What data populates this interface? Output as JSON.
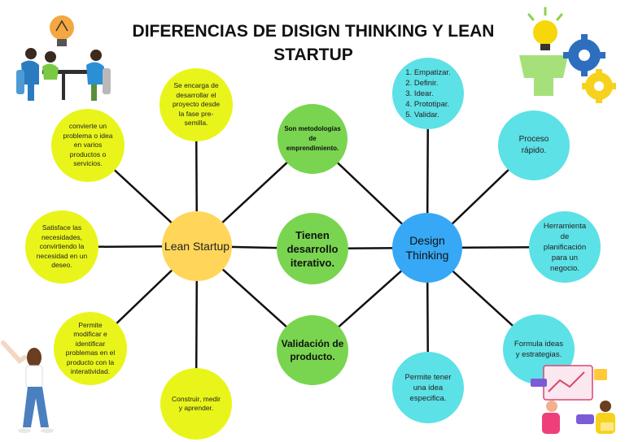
{
  "title": "DIFERENCIAS DE DISIGN THINKING Y LEAN STARTUP",
  "hubs": {
    "lean": "Lean Startup",
    "design": "Design\nThinking"
  },
  "lean_nodes": {
    "top": "Se encarga de\ndesarrollar el\nproyecto desde\nla fase pre-\nsemilla.",
    "top_left": "convierte un\nproblema o idea\nen varios\nproductos o\nservicios.",
    "left": "Satisface las\nnecesidades,\nconvirtiendo la\nnecesidad en un\ndeseo.",
    "bottom_left": "Permite\nmodificar e\nidentificar\nproblemas en el\nproducto con la\ninteratividad.",
    "bottom": "Construir, medir\ny aprender."
  },
  "shared_nodes": {
    "top": "Son metodologías\nde\nemprendimiento.",
    "middle": "Tienen\ndesarrollo\niterativo.",
    "bottom": "Validación de\nproducto."
  },
  "design_nodes": {
    "steps": [
      "1. Empatizar.",
      "2. Definir.",
      "3. Idear.",
      "4. Prototipar.",
      "5. Validar."
    ],
    "top_right": "Proceso\nrápido.",
    "right": "Herramienta\nde\nplanificación\npara un\nnegocio.",
    "bottom_right": "Formula ideas\ny estrategias.",
    "bottom": "Permite tener\nuna idea\nespecifica."
  },
  "colors": {
    "lean_branch": "#e9f51a",
    "shared": "#79d54f",
    "design_branch": "#5ce1e6",
    "lean_hub": "#ffd65a",
    "design_hub": "#36a8f5",
    "connector": "#111111"
  },
  "illustrations": {
    "top_left": "team-meeting-lightbulb-icon",
    "top_right": "head-gears-lightbulb-icon",
    "bottom_left": "person-leaning-icon",
    "bottom_right": "analytics-dashboard-icon"
  }
}
